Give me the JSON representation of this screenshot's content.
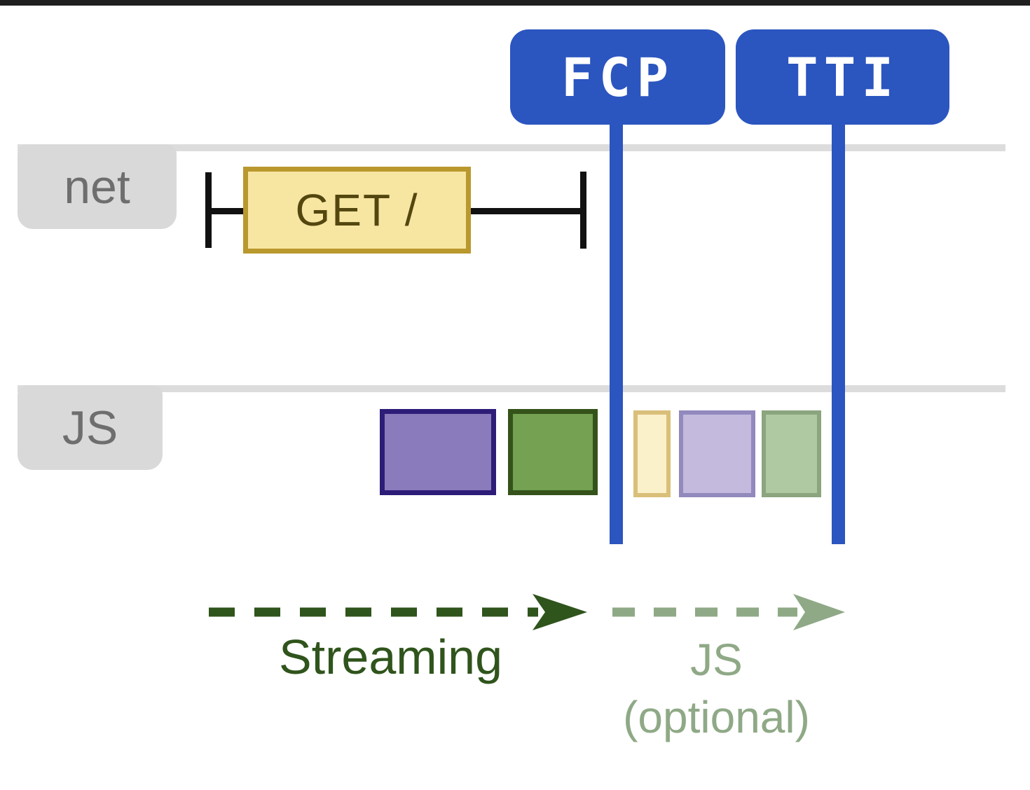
{
  "page": {
    "background": "#ffffff",
    "top_border_color": "#1f1f1f"
  },
  "markers": {
    "color": "#2b55bf",
    "text_color": "#ffffff",
    "fcp": {
      "label": "FCP"
    },
    "tti": {
      "label": "TTI"
    }
  },
  "rows": {
    "track_color": "#dcdcdc",
    "label_bg": "#d9d9d9",
    "label_text_color": "#6e6e6e",
    "net": {
      "label": "net"
    },
    "js": {
      "label": "JS"
    }
  },
  "net_row": {
    "tick_color": "#111111",
    "request": {
      "label": "GET /",
      "fill": "#f7e5a2",
      "border_color": "#b9982e",
      "text_color": "#53470f"
    }
  },
  "js_row": {
    "blocks": [
      {
        "name": "js-task-purple",
        "fill": "#8a7cbc",
        "border_color": "#2d1d78"
      },
      {
        "name": "js-task-green",
        "fill": "#74a152",
        "border_color": "#34521a"
      },
      {
        "name": "js-task-pale-yellow",
        "fill": "#faf0ca",
        "border_color": "#d9bf79"
      },
      {
        "name": "js-task-pale-purple",
        "fill": "#c4bade",
        "border_color": "#9289bd"
      },
      {
        "name": "js-task-pale-green",
        "fill": "#afc9a2",
        "border_color": "#8ba57e"
      }
    ]
  },
  "annotations": {
    "streaming": {
      "label": "Streaming",
      "color": "#2f541c"
    },
    "js_optional": {
      "label": "JS",
      "sublabel": "(optional)",
      "color": "#8fa986"
    }
  }
}
